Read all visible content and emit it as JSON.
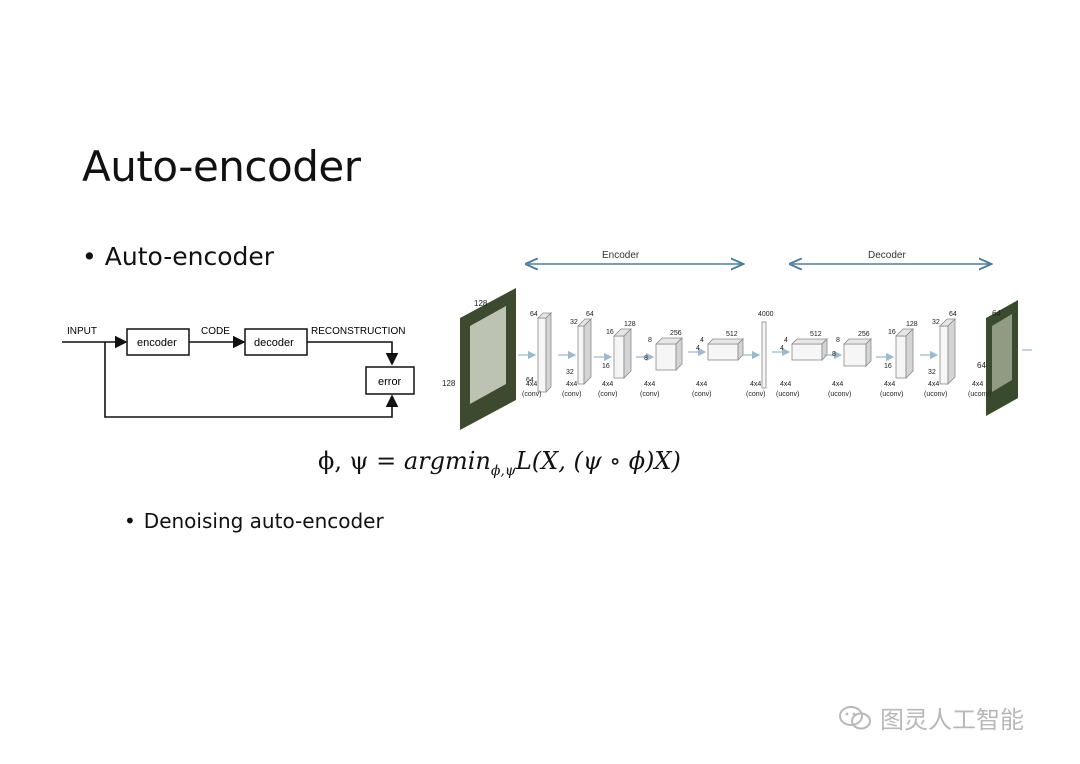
{
  "slide": {
    "title": "Auto-encoder",
    "bullet_main": "Auto-encoder",
    "bullet_sub": "Denoising auto-encoder"
  },
  "block_diagram": {
    "input": "INPUT",
    "encoder": "encoder",
    "code": "CODE",
    "decoder": "decoder",
    "reconstruction": "RECONSTRUCTION",
    "error": "error"
  },
  "formula": {
    "lhs": "ϕ, ψ = ",
    "op": "argmin",
    "sub": "ϕ,ψ",
    "rhs": "L(X, (ψ ∘ ϕ)X)"
  },
  "network": {
    "encoder_label": "Encoder",
    "decoder_label": "Decoder",
    "input_size": "128",
    "input_size_side": "128",
    "output_size": "64",
    "output_size_side": "64",
    "bottleneck": "4000",
    "layers": [
      {
        "top": "64",
        "side": "64",
        "op": "4x4",
        "type": "(conv)"
      },
      {
        "top": "32",
        "side": "32",
        "extra": "64",
        "op": "4x4",
        "type": "(conv)"
      },
      {
        "top": "16",
        "side": "16",
        "extra": "128",
        "op": "4x4",
        "type": "(conv)"
      },
      {
        "top": "8",
        "side": "8",
        "extra": "256",
        "op": "4x4",
        "type": "(conv)"
      },
      {
        "top": "4",
        "side": "4",
        "extra": "512",
        "op": "4x4",
        "type": "(conv)"
      },
      {
        "op": "4x4",
        "type": "(conv)"
      },
      {
        "top": "4",
        "side": "4",
        "extra": "512",
        "op": "4x4",
        "type": "(uconv)"
      },
      {
        "top": "8",
        "side": "8",
        "extra": "256",
        "op": "4x4",
        "type": "(uconv)"
      },
      {
        "top": "16",
        "side": "16",
        "extra": "128",
        "op": "4x4",
        "type": "(uconv)"
      },
      {
        "top": "32",
        "side": "32",
        "extra": "64",
        "op": "4x4",
        "type": "(uconv)"
      },
      {
        "op": "4x4",
        "type": "(uconv)"
      }
    ]
  },
  "watermark": {
    "text": "图灵人工智能",
    "icon": "wechat-icon"
  }
}
